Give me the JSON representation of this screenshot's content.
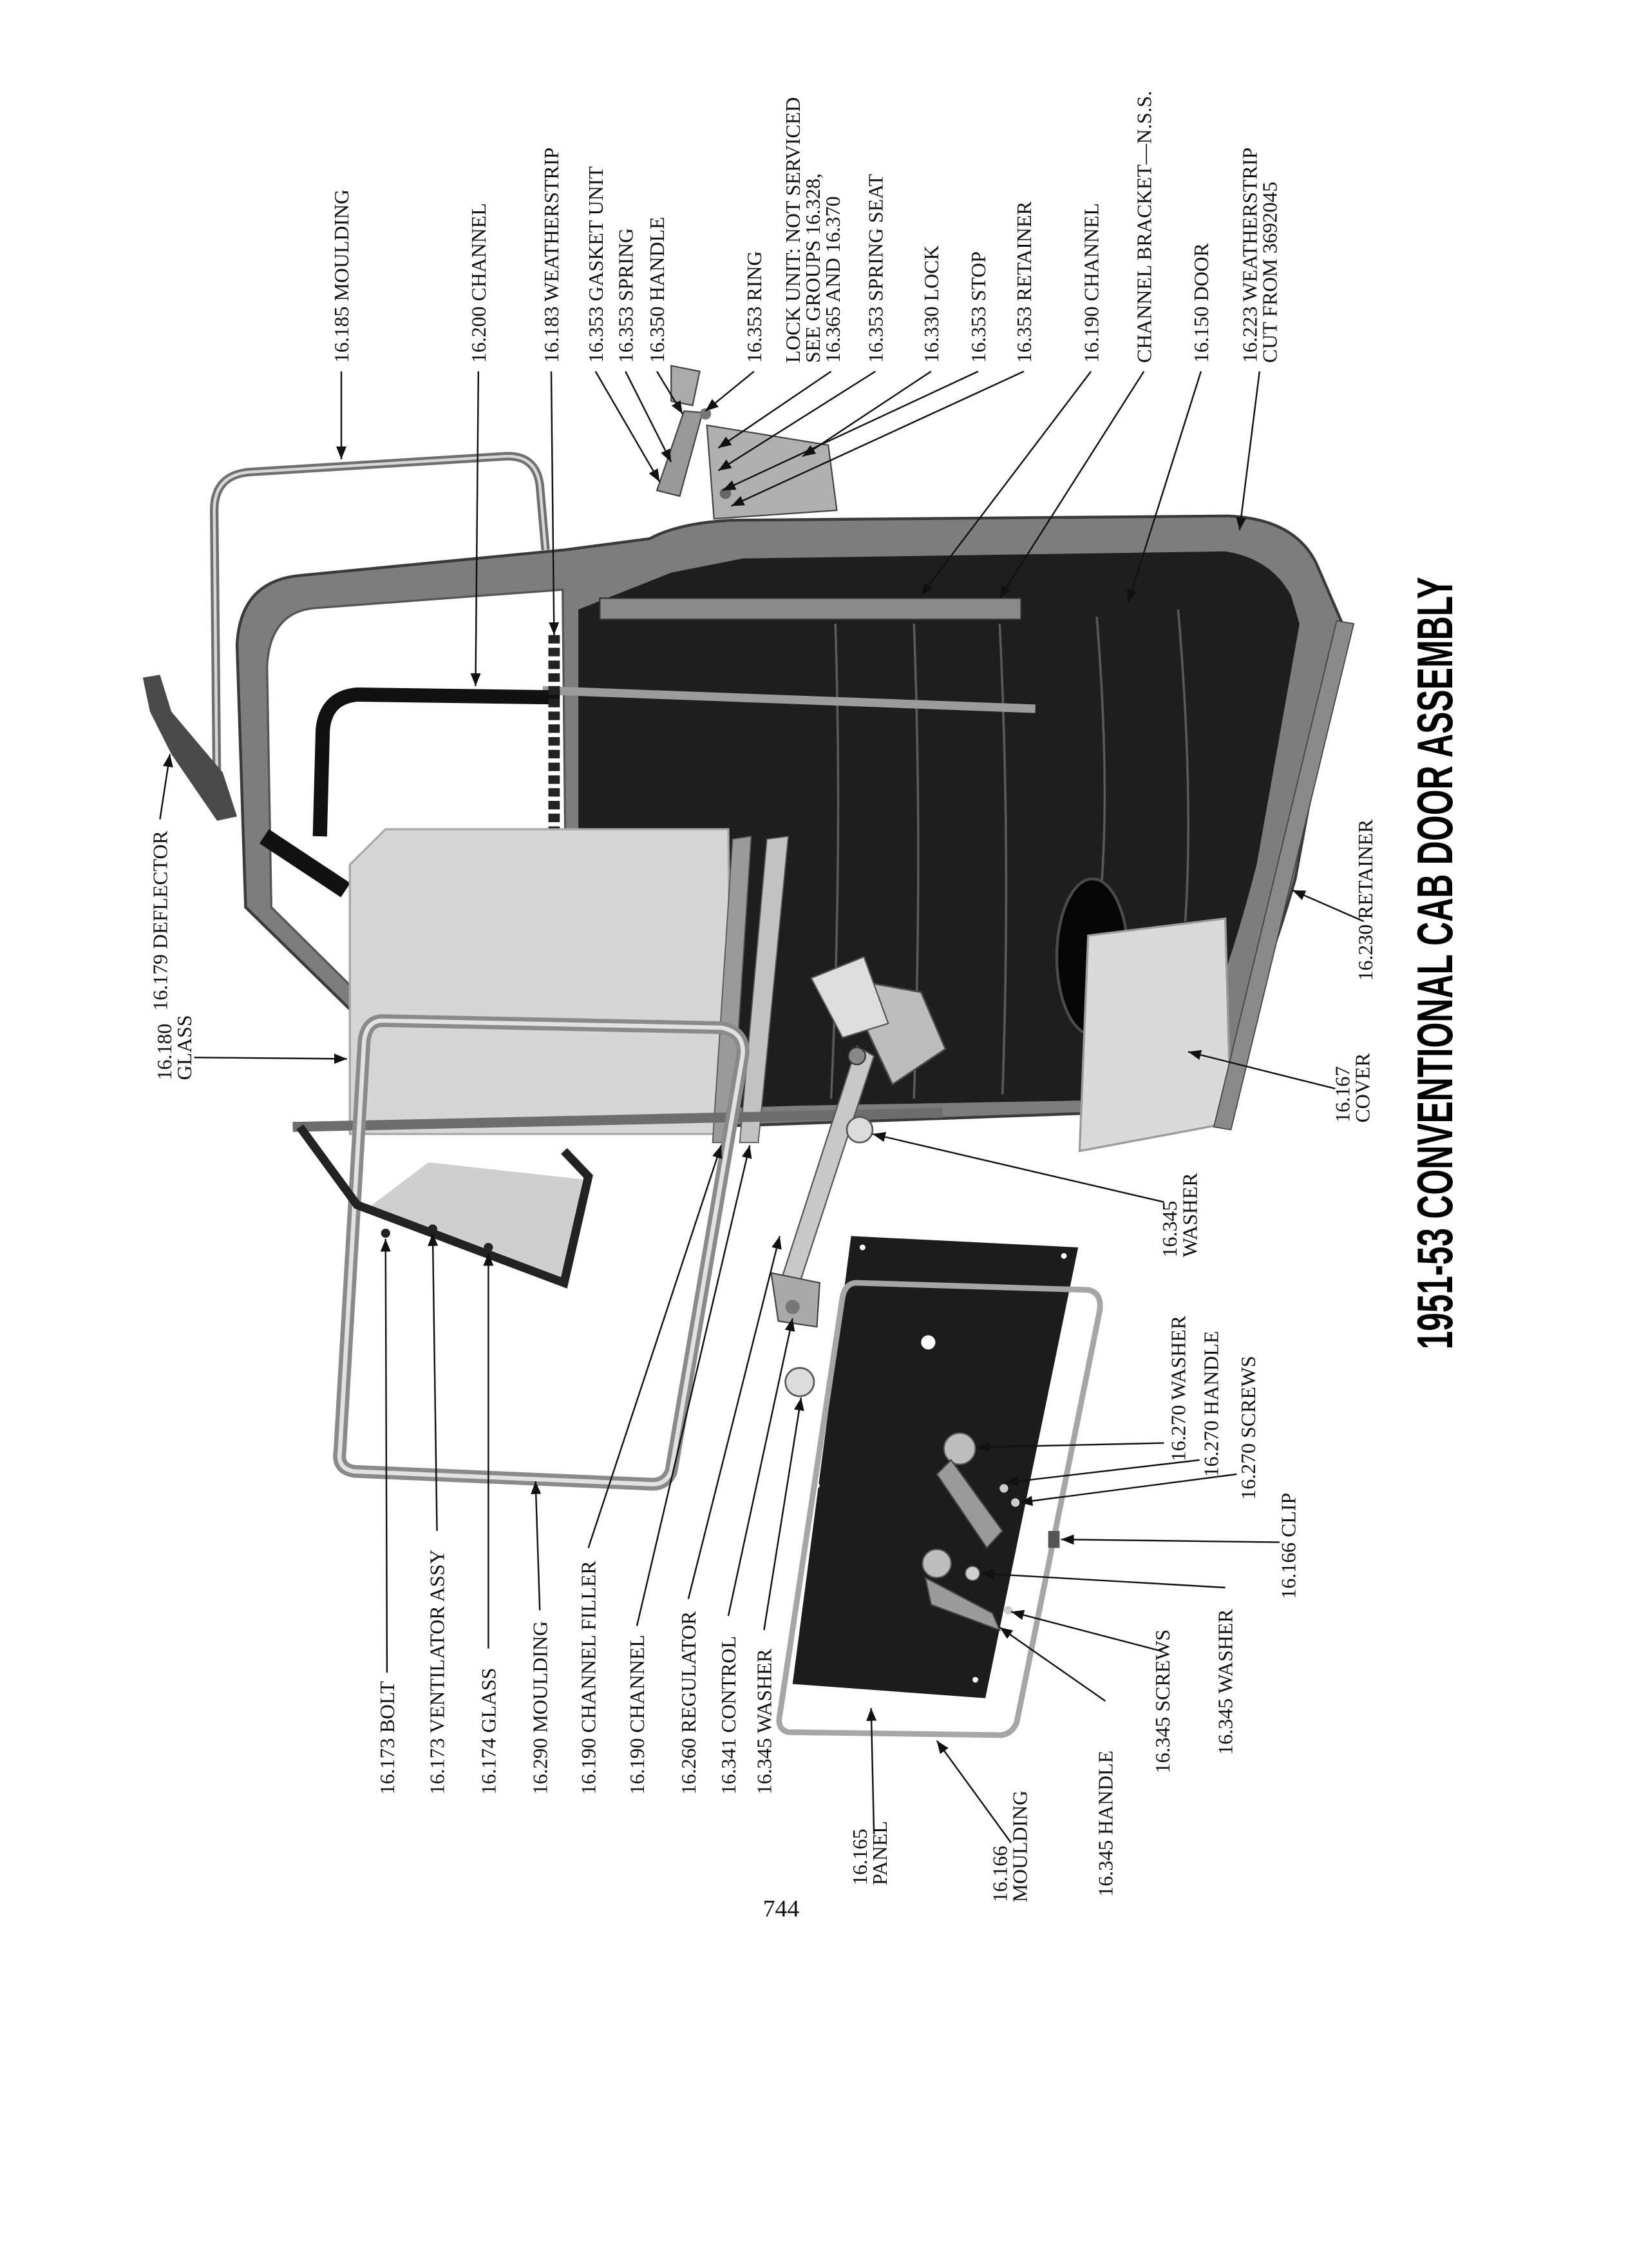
{
  "title": "1951-53 CONVENTIONAL CAB DOOR ASSEMBLY",
  "page_number": "744",
  "callouts": {
    "top": [
      {
        "lines": [
          "16.185 MOULDING"
        ]
      },
      {
        "lines": [
          "16.200 CHANNEL"
        ]
      },
      {
        "lines": [
          "16.183 WEATHERSTRIP"
        ]
      },
      {
        "lines": [
          "16.353 GASKET UNIT"
        ]
      },
      {
        "lines": [
          "16.353 SPRING"
        ]
      },
      {
        "lines": [
          "16.350 HANDLE"
        ]
      },
      {
        "lines": [
          "16.353 RING"
        ]
      },
      {
        "lines": [
          "LOCK UNIT: NOT SERVICED",
          "SEE GROUPS 16.328,",
          "16.365 AND 16.370"
        ]
      },
      {
        "lines": [
          "16.353 SPRING SEAT"
        ]
      },
      {
        "lines": [
          "16.330 LOCK"
        ]
      },
      {
        "lines": [
          "16.353 STOP"
        ]
      },
      {
        "lines": [
          "16.353 RETAINER"
        ]
      },
      {
        "lines": [
          "16.190 CHANNEL"
        ]
      },
      {
        "lines": [
          "CHANNEL BRACKET—N.S.S."
        ]
      },
      {
        "lines": [
          "16.150 DOOR"
        ]
      },
      {
        "lines": [
          "16.223 WEATHERSTRIP",
          "CUT FROM 3692045"
        ]
      }
    ],
    "left": [
      {
        "lines": [
          "16.179 DEFLECTOR"
        ]
      },
      {
        "lines": [
          "16.180",
          "GLASS"
        ]
      }
    ],
    "bottom": [
      {
        "lines": [
          "16.173 BOLT"
        ]
      },
      {
        "lines": [
          "16.173 VENTILATOR ASSY"
        ]
      },
      {
        "lines": [
          "16.174 GLASS"
        ]
      },
      {
        "lines": [
          "16.290 MOULDING"
        ]
      },
      {
        "lines": [
          "16.190 CHANNEL FILLER"
        ]
      },
      {
        "lines": [
          "16.190 CHANNEL"
        ]
      },
      {
        "lines": [
          "16.260 REGULATOR"
        ]
      },
      {
        "lines": [
          "16.341 CONTROL"
        ]
      },
      {
        "lines": [
          "16.345 WASHER"
        ]
      },
      {
        "lines": [
          "16.165",
          "PANEL"
        ]
      },
      {
        "lines": [
          "16.166",
          "MOULDING"
        ]
      },
      {
        "lines": [
          "16.345 HANDLE"
        ]
      },
      {
        "lines": [
          "16.345 SCREWS"
        ]
      },
      {
        "lines": [
          "16.345 WASHER"
        ]
      }
    ],
    "right": [
      {
        "lines": [
          "16.166 CLIP"
        ]
      },
      {
        "lines": [
          "16.270 SCREWS"
        ]
      },
      {
        "lines": [
          "16.270 HANDLE"
        ]
      },
      {
        "lines": [
          "16.270 WASHER"
        ]
      },
      {
        "lines": [
          "16.345",
          "WASHER"
        ]
      },
      {
        "lines": [
          "16.167",
          "COVER"
        ]
      },
      {
        "lines": [
          "16.230 RETAINER"
        ]
      }
    ]
  }
}
